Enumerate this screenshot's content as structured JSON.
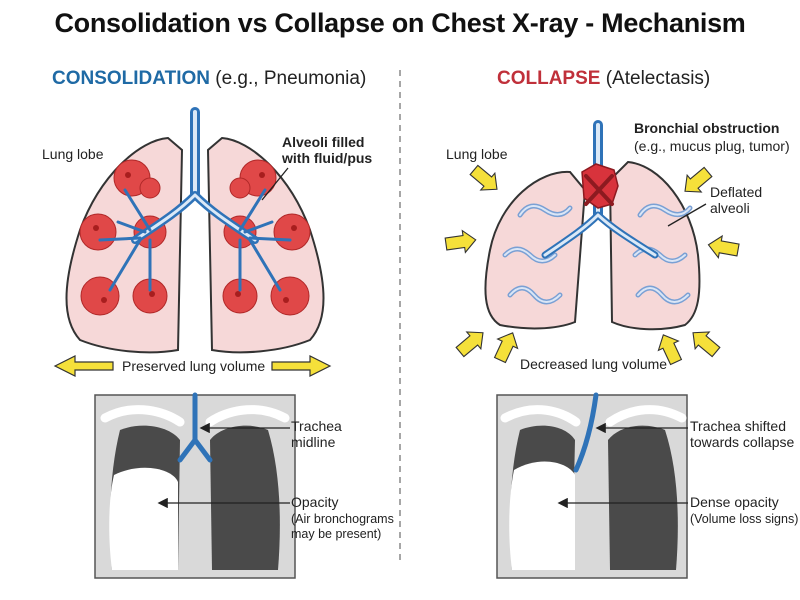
{
  "title": "Consolidation vs Collapse on Chest X-ray - Mechanism",
  "colors": {
    "consolidation_accent": "#1f6aa5",
    "collapse_accent": "#c0303a",
    "lung_fill": "#f6d8d8",
    "alveoli_red": "#e04848",
    "alveoli_deflated": "#c4d6f0",
    "bronchi_blue": "#2f73b8",
    "arrow_yellow": "#f5e03a",
    "xray_dark": "#4a4a4a",
    "xray_bg": "#d9d9d9"
  },
  "consolidation": {
    "heading_key": "CONSOLIDATION",
    "heading_rest": " (e.g., Pneumonia)",
    "lung_lobe": "Lung lobe",
    "alveoli_line1": "Alveoli filled",
    "alveoli_line2": "with fluid/pus",
    "volume": "Preserved lung volume",
    "trachea_line1": "Trachea",
    "trachea_line2": "midline",
    "opacity": "Opacity",
    "opacity_note1": "(Air bronchograms",
    "opacity_note2": "may be present)"
  },
  "collapse": {
    "heading_key": "COLLAPSE",
    "heading_rest": " (Atelectasis)",
    "lung_lobe": "Lung lobe",
    "obstruction": "Bronchial obstruction",
    "obstruction_note": "(e.g., mucus plug, tumor)",
    "deflated_line1": "Deflated",
    "deflated_line2": "alveoli",
    "volume": "Decreased lung volume",
    "trachea_line1": "Trachea shifted",
    "trachea_line2": "towards collapse",
    "opacity": "Dense opacity",
    "opacity_note": "(Volume loss signs)"
  }
}
